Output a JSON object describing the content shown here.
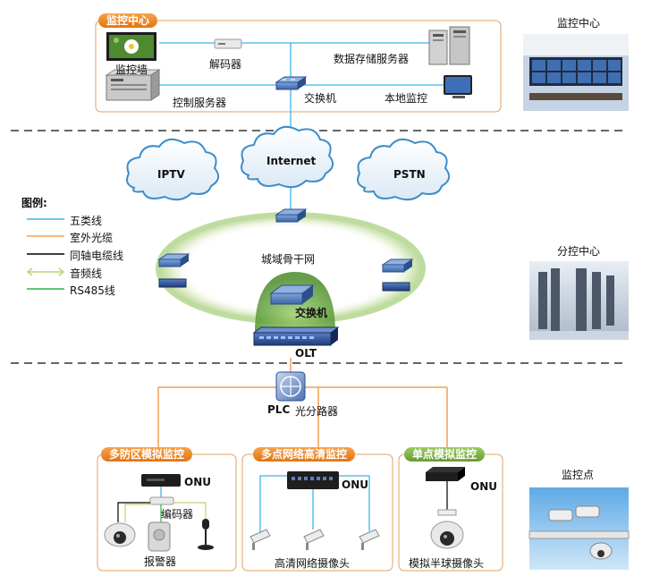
{
  "control_center": {
    "title": "监控中心",
    "monitor_wall": "监控墙",
    "decoder": "解码器",
    "storage_server": "数据存储服务器",
    "control_server": "控制服务器",
    "switch": "交换机",
    "local_monitor": "本地监控"
  },
  "clouds": {
    "iptv": "IPTV",
    "internet": "Internet",
    "pstn": "PSTN"
  },
  "legend": {
    "title": "图例:",
    "items": [
      {
        "label": "五类线",
        "color": "#3fb4e8"
      },
      {
        "label": "室外光缆",
        "color": "#f0a050"
      },
      {
        "label": "同轴电缆线",
        "color": "#000000"
      },
      {
        "label": "音频线",
        "color": "#b7d67a"
      },
      {
        "label": "RS485线",
        "color": "#2db34a"
      }
    ]
  },
  "backbone": {
    "ring_label": "城域骨干网",
    "switch": "交换机",
    "olt": "OLT"
  },
  "splitter": {
    "plc": "PLC",
    "label": "光分路器"
  },
  "right_panel": {
    "control_center": "监控中心",
    "sub_center": "分控中心",
    "monitoring_point": "监控点"
  },
  "sites": [
    {
      "title": "多防区模拟监控",
      "onu": "ONU",
      "encoder": "编码器",
      "bottom": "报警器"
    },
    {
      "title": "多点网络高清监控",
      "onu": "ONU",
      "bottom": "高清网络摄像头"
    },
    {
      "title": "单点模拟监控",
      "onu": "ONU",
      "bottom": "模拟半球摄像头"
    }
  ],
  "colors": {
    "cat5": "#3fb4e8",
    "fiber": "#f0a050",
    "coax": "#000000",
    "audio": "#b7d67a",
    "rs485": "#2db34a",
    "tag_orange": "#ef8a2a",
    "tag_green": "#7fae3f"
  }
}
